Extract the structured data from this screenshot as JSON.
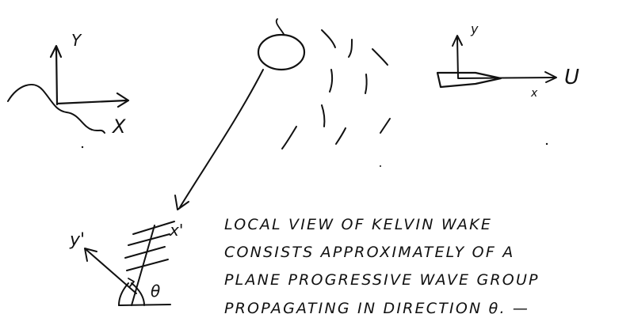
{
  "left_axes": {
    "y_label": "Y",
    "x_label": "X"
  },
  "ship_axes": {
    "y_label": "y",
    "x_label": "x",
    "velocity_label": "U"
  },
  "local_axes": {
    "y_label": "y'",
    "x_label": "x'",
    "angle_label": "θ"
  },
  "caption": {
    "line1": "LOCAL VIEW OF KELVIN WAKE",
    "line2": "CONSISTS APPROXIMATELY OF A",
    "line3": "PLANE PROGRESSIVE WAVE GROUP",
    "line4": "PROPAGATING IN DIRECTION θ. —"
  },
  "colors": {
    "ink": "#111111",
    "paper": "#ffffff"
  }
}
